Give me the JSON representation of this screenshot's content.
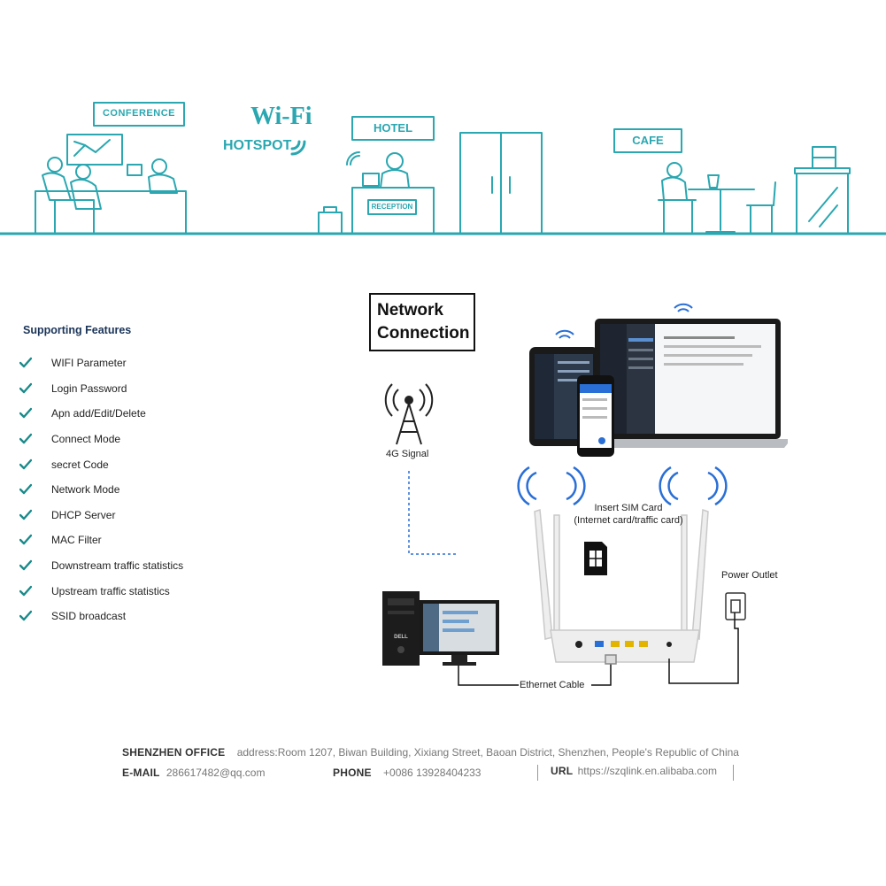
{
  "banner": {
    "conference_label": "CONFERENCE",
    "wifi_logo_text": "Wi-Fi",
    "hotspot_label": "HOTSPOT",
    "hotel_label": "HOTEL",
    "reception_label": "RECEPTION",
    "cafe_label": "CAFE",
    "accent_color": "#2aa7b0"
  },
  "features": {
    "title": "Supporting Features",
    "check_color": "#1a8a8a",
    "items": [
      "WIFI Parameter",
      "Login Password",
      "Apn add/Edit/Delete",
      "Connect Mode",
      "secret  Code",
      "Network Mode",
      "DHCP Server",
      "MAC Filter",
      "Downstream traffic statistics",
      "Upstream traffic statistics",
      "SSID broadcast"
    ]
  },
  "diagram": {
    "title_line1": "Network",
    "title_line2": "Connection",
    "signal_label": "4G Signal",
    "sim_label_line1": "Insert SIM Card",
    "sim_label_line2": "(Internet card/traffic card)",
    "power_label": "Power Outlet",
    "ethernet_label": "Ethernet Cable",
    "pc_brand": "DELL"
  },
  "footer": {
    "office_label": "SHENZHEN OFFICE",
    "address": "address:Room 1207, Biwan Building, Xixiang Street, Baoan District, Shenzhen, People's Republic of China",
    "email_label": "E-MAIL",
    "email": "286617482@qq.com",
    "phone_label": "PHONE",
    "phone": "+0086 13928404233",
    "url_label": "URL",
    "url": "https://szqlink.en.alibaba.com"
  }
}
